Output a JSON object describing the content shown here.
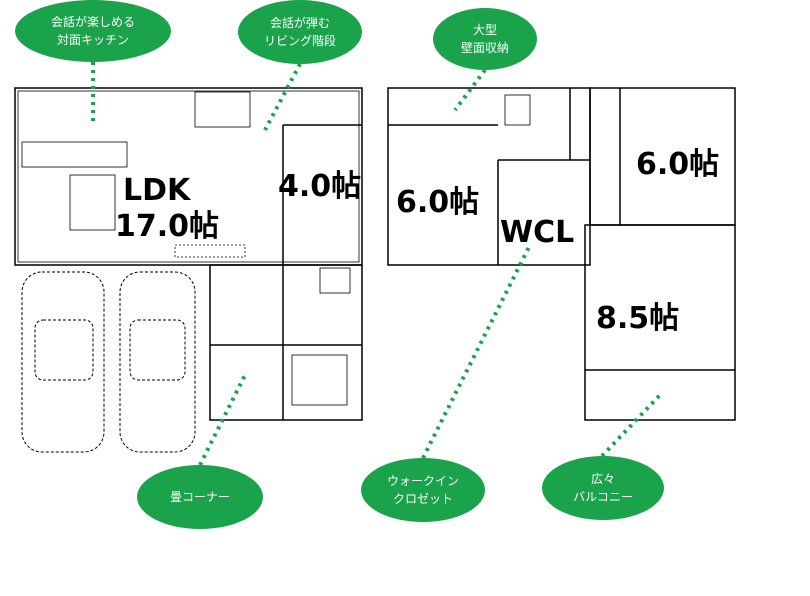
{
  "rooms": {
    "ldk": "LDK",
    "ldk_size": "17.0帖",
    "tatami_size": "4.0帖",
    "bedroom1_size": "6.0帖",
    "wcl": "WCL",
    "bedroom2_size": "6.0帖",
    "bedroom3_size": "8.5帖"
  },
  "callouts": [
    {
      "line1": "会話が楽しめる",
      "line2": "対面キッチン"
    },
    {
      "line1": "会話が弾む",
      "line2": "リビング階段"
    },
    {
      "line1": "大型",
      "line2": "壁面収納"
    },
    {
      "line1": "畳コーナー",
      "line2": ""
    },
    {
      "line1": "ウォークイン",
      "line2": "クロゼット"
    },
    {
      "line1": "広々",
      "line2": "バルコニー"
    }
  ],
  "colors": {
    "callout": "#1aa34a",
    "wall": "#000000"
  }
}
